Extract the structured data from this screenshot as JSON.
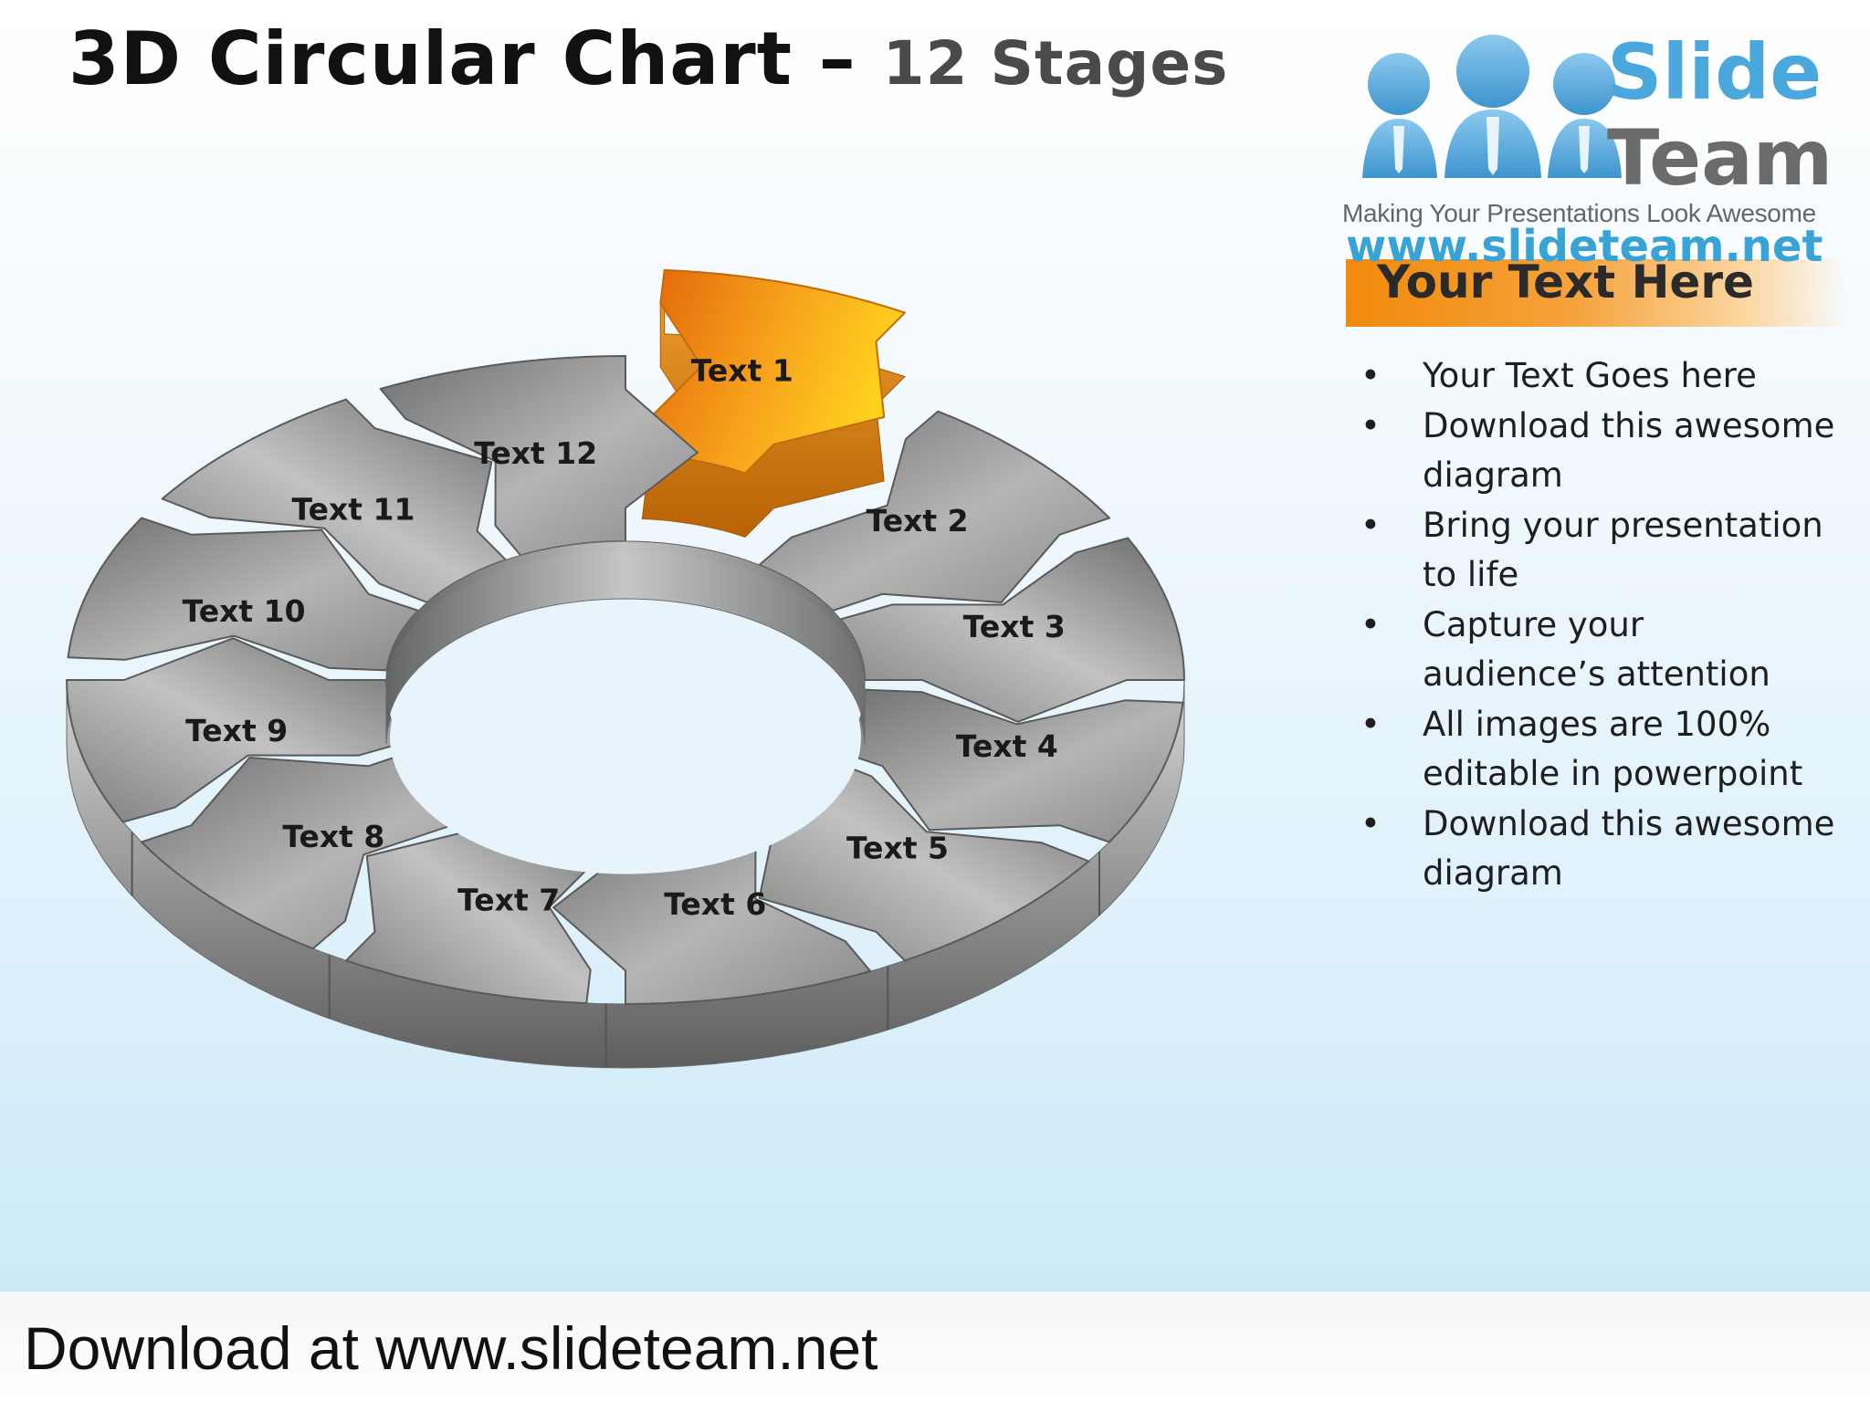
{
  "title": {
    "main": "3D Circular Chart –",
    "sub": "12 Stages"
  },
  "diagram": {
    "stages": [
      {
        "label": "Text 1",
        "highlight": true
      },
      {
        "label": "Text 2",
        "highlight": false
      },
      {
        "label": "Text 3",
        "highlight": false
      },
      {
        "label": "Text 4",
        "highlight": false
      },
      {
        "label": "Text 5",
        "highlight": false
      },
      {
        "label": "Text 6",
        "highlight": false
      },
      {
        "label": "Text 7",
        "highlight": false
      },
      {
        "label": "Text 8",
        "highlight": false
      },
      {
        "label": "Text 9",
        "highlight": false
      },
      {
        "label": "Text 10",
        "highlight": false
      },
      {
        "label": "Text 11",
        "highlight": false
      },
      {
        "label": "Text 12",
        "highlight": false
      }
    ],
    "colors": {
      "highlight": "#f39a1a",
      "segment": "#9a9a9a"
    }
  },
  "logo": {
    "word1": "Slide",
    "word2": "Team",
    "tagline": "Making Your Presentations Look Awesome",
    "url": "www.slideteam.net",
    "colors": {
      "blue": "#4aa8dd",
      "gray": "#6b6b6b"
    }
  },
  "sidebar": {
    "header": "Your Text Here",
    "bullet_glyph": "•",
    "bullets": [
      "Your Text Goes here",
      "Download this awesome diagram",
      "Bring your presentation to life",
      "Capture your audience’s attention",
      "All images are 100% editable in powerpoint",
      "Download this awesome diagram"
    ]
  },
  "footer": {
    "text": "Download at www.slideteam.net"
  }
}
